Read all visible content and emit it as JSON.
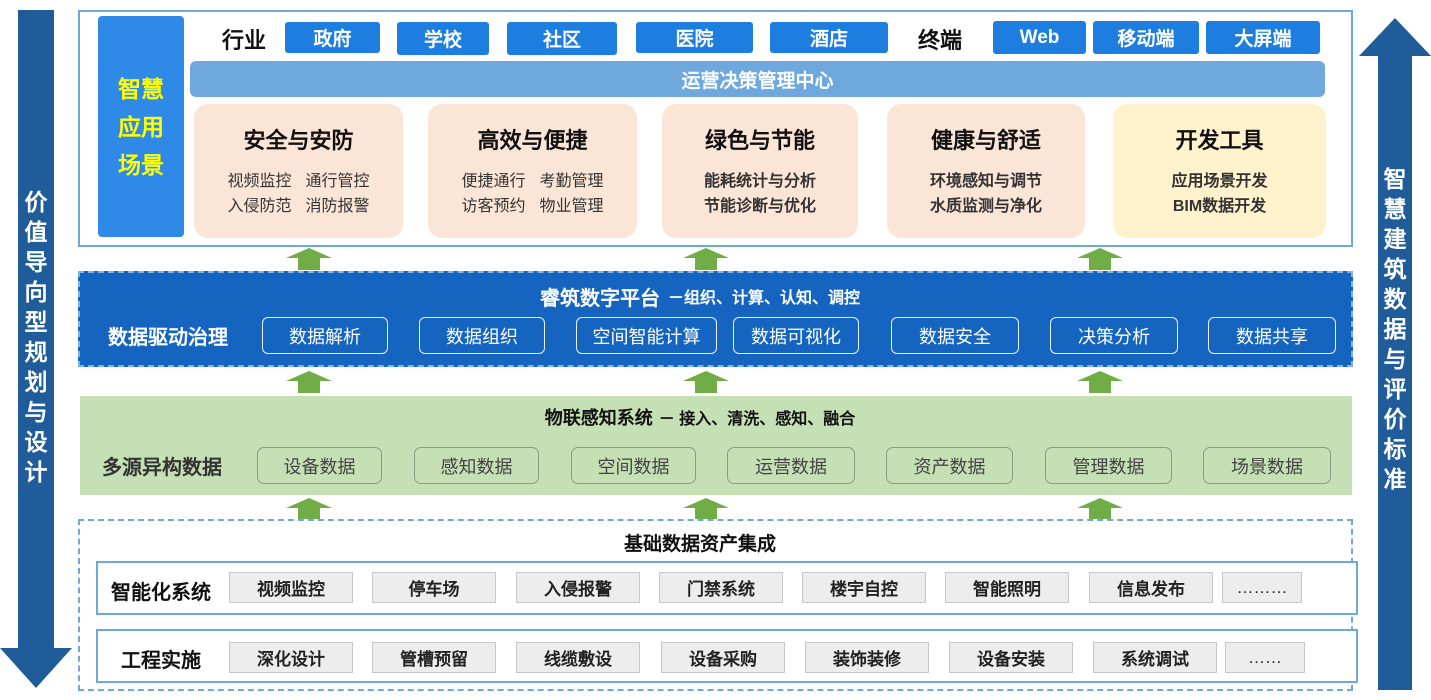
{
  "left_arrow": {
    "text": "价值导向型规划与设计"
  },
  "right_arrow": {
    "text": "智慧建筑数据与评价标准"
  },
  "scenario": {
    "label_lines": [
      "智慧",
      "应用",
      "场景"
    ],
    "industry_label": "行业",
    "industries": [
      "政府",
      "学校",
      "社区",
      "医院",
      "酒店"
    ],
    "terminal_label": "终端",
    "terminals": [
      "Web",
      "移动端",
      "大屏端"
    ],
    "center_band": "运营决策管理中心",
    "cards": [
      {
        "title": "安全与安防",
        "lines": [
          [
            "视频监控",
            "通行管控"
          ],
          [
            "入侵防范",
            "消防报警"
          ]
        ],
        "bold_lines": false,
        "color": "#fbe5d6"
      },
      {
        "title": "高效与便捷",
        "lines": [
          [
            "便捷通行",
            "考勤管理"
          ],
          [
            "访客预约",
            "物业管理"
          ]
        ],
        "bold_lines": false,
        "color": "#fbe5d6"
      },
      {
        "title": "绿色与节能",
        "lines": [
          [
            "能耗统计与分析"
          ],
          [
            "节能诊断与优化"
          ]
        ],
        "bold_lines": true,
        "color": "#fbe5d6"
      },
      {
        "title": "健康与舒适",
        "lines": [
          [
            "环境感知与调节"
          ],
          [
            "水质监测与净化"
          ]
        ],
        "bold_lines": true,
        "color": "#fbe5d6"
      },
      {
        "title": "开发工具",
        "lines": [
          [
            "应用场景开发"
          ],
          [
            "BIM数据开发"
          ]
        ],
        "bold_lines": true,
        "color": "#fff2cc"
      }
    ]
  },
  "platform": {
    "title": "睿筑数字平台",
    "subtitle": "－组织、计算、认知、调控",
    "row_label": "数据驱动治理",
    "items": [
      "数据解析",
      "数据组织",
      "空间智能计算",
      "数据可视化",
      "数据安全",
      "决策分析",
      "数据共享"
    ]
  },
  "iot": {
    "title": "物联感知系统",
    "subtitle": "－ 接入、清洗、感知、融合",
    "row_label": "多源异构数据",
    "items": [
      "设备数据",
      "感知数据",
      "空间数据",
      "运营数据",
      "资产数据",
      "管理数据",
      "场景数据"
    ]
  },
  "foundation": {
    "title": "基础数据资产集成",
    "rows": [
      {
        "label": "智能化系统",
        "items": [
          "视频监控",
          "停车场",
          "入侵报警",
          "门禁系统",
          "楼宇自控",
          "智能照明",
          "信息发布",
          "………"
        ]
      },
      {
        "label": "工程实施",
        "items": [
          "深化设计",
          "管槽预留",
          "线缆敷设",
          "设备采购",
          "装饰装修",
          "设备安装",
          "系统调试",
          "……"
        ]
      }
    ]
  },
  "colors": {
    "arrow_blue": "#1f5c99",
    "up_arrow_green": "#70ad47",
    "platform_blue": "#1565c0",
    "iot_green": "#c5e0b4",
    "chip_blue": "#1d7ee0",
    "band_blue": "#6fa8dc"
  }
}
